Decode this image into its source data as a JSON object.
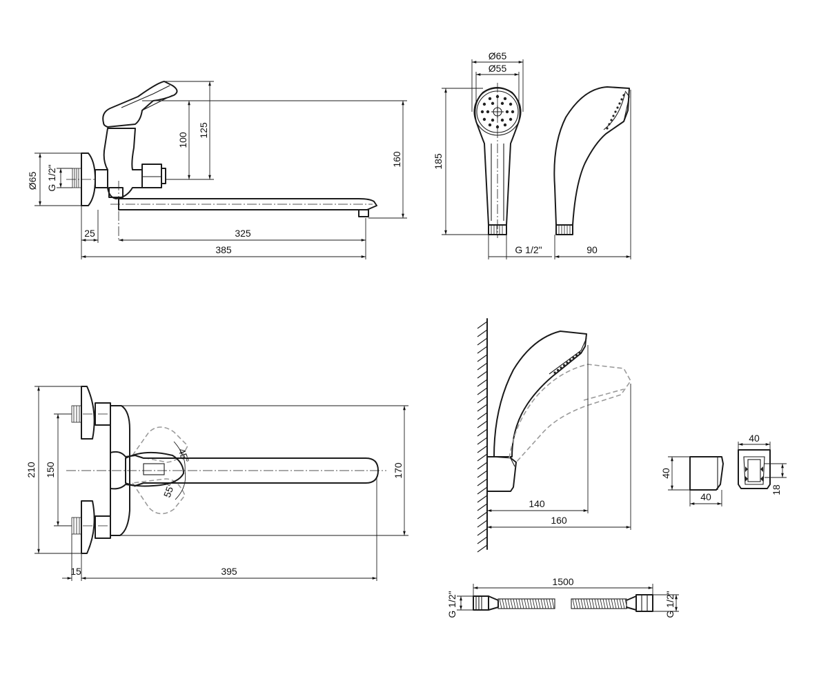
{
  "dims": {
    "side_view": {
      "d65": "Ø65",
      "g12": "G 1/2\"",
      "h100": "100",
      "h125": "125",
      "h160": "160",
      "w25": "25",
      "w325": "325",
      "w385": "385"
    },
    "head_front": {
      "d65": "Ø65",
      "d55": "Ø55",
      "h185": "185",
      "g12": "G 1/2\""
    },
    "head_side": {
      "w90": "90"
    },
    "top_view": {
      "h210": "210",
      "h150": "150",
      "h170": "170",
      "w15": "15",
      "w395": "395",
      "a45": "45°",
      "a55": "55°"
    },
    "wall_mount": {
      "w140": "140",
      "w160": "160"
    },
    "holder": {
      "h40": "40",
      "w40": "40",
      "top40": "40",
      "h18": "18"
    },
    "hose": {
      "l1500": "1500",
      "g_left": "G 1/2\"",
      "g_right": "G 1/2\""
    }
  }
}
